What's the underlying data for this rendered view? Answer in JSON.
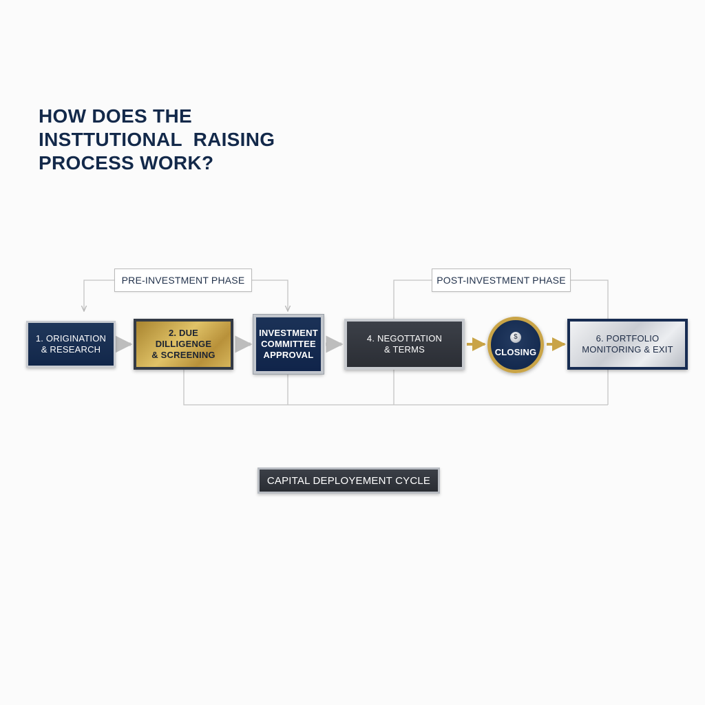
{
  "title": {
    "line1": "HOW DOES THE",
    "line2": "INSTTUTIONAL  RAISING",
    "line3": "PROCESS WORK?"
  },
  "phases": {
    "pre": "PRE-INVESTMENT PHASE",
    "post": "POST-INVESTMENT PHASE"
  },
  "steps": [
    {
      "id": "step-1",
      "label": "1. ORIGINATION\n& RESEARCH"
    },
    {
      "id": "step-2",
      "label": "2. DUE DILLIGENGE\n& SCREENING"
    },
    {
      "id": "step-3",
      "label": "INVESTMENT\nCOMMITTEE\nAPPROVAL"
    },
    {
      "id": "step-4",
      "label": "4. NEGOTTATION\n& TERMS"
    },
    {
      "id": "step-closing",
      "label": "CLOSING"
    },
    {
      "id": "step-6",
      "label": "6. PORTFOLIO\nMONITORING & EXIT"
    }
  ],
  "bottom_label": "CAPITAL DEPLOYEMENT CYCLE",
  "colors": {
    "navy": "#13294a",
    "gold": "#c9a447",
    "charcoal": "#2b2e35",
    "silver": "#c8cbd0",
    "connector_gray": "#c4c4c4"
  }
}
